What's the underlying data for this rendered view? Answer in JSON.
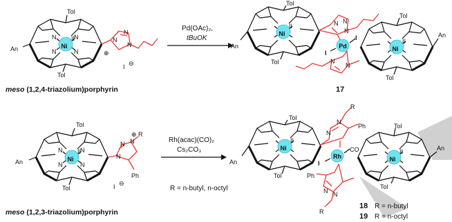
{
  "labels": {
    "tol": "Tol",
    "an": "An",
    "ni": "Ni",
    "ni_charge": "II",
    "n": "N",
    "iodide": "I",
    "plus": "⊕",
    "minus": "⊖",
    "r": "R",
    "ph": "Ph",
    "pd": "Pd",
    "rh": "Rh",
    "co": "CO"
  },
  "top_scheme": {
    "caption_bold": "meso",
    "caption_rest": " (1,2,4-triazolium)porphyrin",
    "reagent_line1": "Pd(OAc)₂,",
    "reagent_line2": "tBuOK",
    "product_number": "17"
  },
  "bottom_scheme": {
    "caption_bold": "meso",
    "caption_rest": " (1,2,3-triazolium)porphyrin",
    "reagent_line1": "Rh(acac)(CO)₂",
    "reagent_line2": "Cs₂CO₃",
    "r_definition": "R = n-butyl, n-octyl",
    "products": [
      {
        "number": "18",
        "r": "R = n-butyl"
      },
      {
        "number": "19",
        "r": "R = n-octyl"
      }
    ]
  },
  "colors": {
    "bond": "#111111",
    "triazole": "#e53935",
    "metal": "#6fe3ef",
    "watermark": "#d0d0d0"
  }
}
